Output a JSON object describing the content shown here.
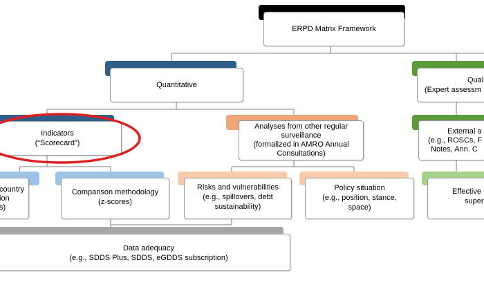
{
  "diagram": {
    "root": {
      "lines": [
        "ERPD Matrix Framework"
      ],
      "tab_color": "#000000"
    },
    "quantitative": {
      "lines": [
        "Quantitative"
      ],
      "tab_color": "#2e5f8a"
    },
    "qualitative": {
      "lines": [
        "Quali",
        "(Expert assessm"
      ],
      "tab_color": "#5a9c3c"
    },
    "indicators": {
      "lines": [
        "Indicators",
        "(“Scorecard”)"
      ],
      "tab_color": "#2e5f8a"
    },
    "analyses": {
      "lines": [
        "Analyses from other regular",
        "surveillance",
        "(formalized in AMRO Annual",
        "Consultations)"
      ],
      "tab_color": "#f0a47a"
    },
    "external": {
      "lines": [
        "External a",
        "(e.g., ROSCs, F",
        "Notes, Ann. C"
      ],
      "tab_color": "#5a9c3c"
    },
    "country": {
      "lines": [
        "country",
        "ion",
        "s)"
      ],
      "tab_color": "#9dc3e6"
    },
    "comparison": {
      "lines": [
        "Comparison methodology",
        "(z-scores)"
      ],
      "tab_color": "#9dc3e6"
    },
    "risks": {
      "lines": [
        "Risks and vulnerabilities",
        "(e.g., spillovers, debt",
        "sustainability)"
      ],
      "tab_color": "#f8cbad"
    },
    "policy": {
      "lines": [
        "Policy situation",
        "(e.g., position, stance,",
        "space)"
      ],
      "tab_color": "#f8cbad"
    },
    "effective": {
      "lines": [
        "Effective",
        "super"
      ],
      "tab_color": "#a9d18e"
    },
    "data_adequacy": {
      "lines": [
        "Data adequacy",
        "(e.g., SDDS Plus, SDDS, eGDDS subscription)"
      ],
      "tab_color": "#a6a6a6"
    },
    "line_color": "#7f7f7f",
    "highlight_color": "#e02020"
  }
}
